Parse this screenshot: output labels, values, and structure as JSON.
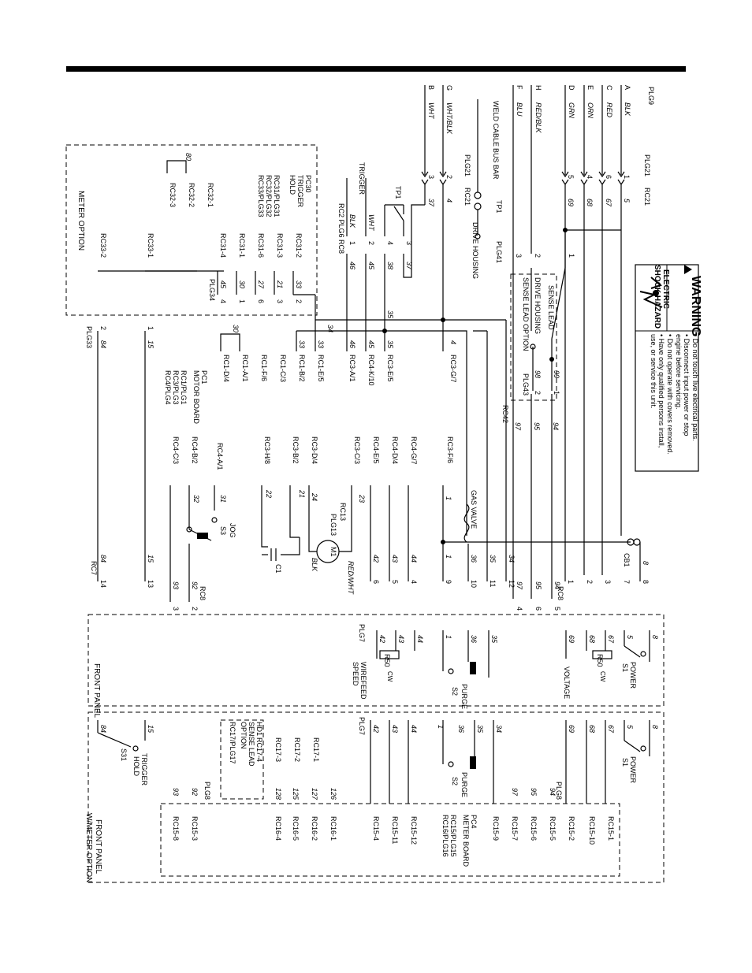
{
  "warning": {
    "title": "WARNING",
    "hazard": [
      "ELECTRIC",
      "SHOCK HAZARD"
    ],
    "bullets": [
      "• Do not touch live electrical parts.",
      "• Disconnect input power or stop",
      "  engine before servicing.",
      "• Do not operate with covers removed.",
      "• Have only qualified persons install,",
      "  use, or service this unit."
    ]
  },
  "plg9": {
    "title": "PLG9",
    "pins": [
      {
        "pin": "A",
        "color": "BLK"
      },
      {
        "pin": "C",
        "color": "RED"
      },
      {
        "pin": "E",
        "color": "ORN"
      },
      {
        "pin": "D",
        "color": "GRN"
      },
      {
        "pin": "H",
        "color": "RED/BLK"
      },
      {
        "pin": "F",
        "color": "BLU"
      },
      {
        "pin": "G",
        "color": "WHT/BLK"
      },
      {
        "pin": "B",
        "color": "WHT"
      }
    ]
  },
  "plg21": {
    "title": "PLG21",
    "rc": "RC21",
    "pins": [
      "1",
      "6",
      "4",
      "5",
      "2",
      "3"
    ],
    "wires": [
      "5",
      "67",
      "68",
      "69",
      "4",
      "37"
    ]
  },
  "weld": {
    "weld_cable": "WELD CABLE",
    "bus_bar": "BUS BAR",
    "tp1": "TP1",
    "drive_housing": "DRIVE HOUSING",
    "plg21b": "PLG21",
    "rc21b": "RC21"
  },
  "trigger": {
    "label": "TRIGGER",
    "tp1": "TP1",
    "plg": "RC2  PLG6  RC8",
    "wires": [
      "BLK",
      "WHT"
    ],
    "pins": [
      "1",
      "2",
      "4",
      "3"
    ],
    "nums": [
      "46",
      "45",
      "38",
      "37"
    ]
  },
  "plg41": {
    "title": "PLG41",
    "pins": [
      "1",
      "2",
      "3"
    ]
  },
  "sense": {
    "lead": "SENSE LEAD",
    "housing": "DRIVE HOUSING",
    "option": "SENSE LEAD OPTION",
    "plg": "PLG43",
    "wires": [
      "99",
      "98"
    ],
    "pins": [
      "1",
      "2"
    ]
  },
  "meter_option": {
    "label": "METER OPTION",
    "pc30": "PC30",
    "trigger_hold": "TRIGGER",
    "hold": "HOLD",
    "rcs": [
      "RC31/PLG31",
      "RC32/PLG32",
      "RC33/PLG33"
    ],
    "rc32": [
      "RC32-1",
      "RC32-2",
      "RC32-3"
    ],
    "rc31": [
      "RC31-2",
      "RC31-3",
      "RC31-6",
      "RC31-1",
      "RC31-4"
    ],
    "rc33": [
      "RC33-1",
      "RC33-2"
    ],
    "wire80": "80",
    "plg34": "PLG34",
    "plg34_pins": [
      "2",
      "3",
      "6",
      "1",
      "4"
    ],
    "plg34_wires": [
      "33",
      "21",
      "27",
      "30",
      "45"
    ]
  },
  "plg33": {
    "title": "PLG33",
    "pins": [
      "2",
      "1"
    ],
    "wires": [
      "84",
      "15"
    ]
  },
  "motor_board": {
    "pc1": "PC1",
    "label": "MOTOR BOARD",
    "plugs": [
      "RC1/PLG1",
      "RC3/PLG3",
      "RC4/PLG4"
    ],
    "left": [
      "RC3-G/7",
      "RC3-E/5",
      "RC4-K/10",
      "RC3-A/1",
      "RC1-E/5",
      "RC1-B/2",
      "RC1-C/3",
      "RC1-F/6",
      "RC1-A/1",
      "RC1-D/4"
    ],
    "left_wires": [
      "4",
      "35",
      "45",
      "46",
      "33",
      "33",
      "30"
    ],
    "right": [
      "RC3-F/6",
      "RC4-G/7",
      "RC4-D/4",
      "RC4-E/5",
      "RC3-C/3",
      "RC3-D/4",
      "RC3-B/2",
      "RC3-H/8",
      "RC4-A/1",
      "RC4-B/2",
      "RC4-C/3"
    ],
    "right_wires": [
      "1",
      "23",
      "24",
      "21",
      "22",
      "31",
      "32"
    ],
    "bus_wires": [
      "34",
      "35"
    ]
  },
  "rc42": "RC42",
  "rc42_wires": [
    "97",
    "95",
    "94"
  ],
  "gas_valve": {
    "label": "GAS VALVE",
    "rc13": "RC13",
    "plg13": "PLG13"
  },
  "motor": {
    "label": "M1",
    "wires": [
      "BLK",
      "RED/WHT"
    ],
    "c1": "C1"
  },
  "jog": {
    "label": "JOG",
    "s3": "S3"
  },
  "rc7": {
    "label": "RC7",
    "wires": [
      "42",
      "43",
      "44",
      "36",
      "35",
      "34",
      "1",
      "84",
      "15"
    ],
    "pins": [
      "6",
      "5",
      "4",
      "10",
      "11",
      "12",
      "9",
      "14",
      "13"
    ]
  },
  "cb1": "CB1",
  "rc8": {
    "label": "RC8",
    "pins": [
      "8",
      "7",
      "3",
      "2",
      "1",
      "5",
      "6",
      "4",
      "3",
      "2"
    ],
    "wires": [
      "8",
      "97",
      "95",
      "94",
      "93",
      "92"
    ]
  },
  "front_panel": {
    "label": "FRONT PANEL",
    "power": "POWER",
    "s1": "S1",
    "voltage": "VOLTAGE",
    "r50": "R50",
    "cw": "CW",
    "plg7": "PLG7",
    "wirefeed": "WIREFEED",
    "speed": "SPEED",
    "purge": "PURGE",
    "s2": "S2",
    "wires": [
      "8",
      "5",
      "67",
      "68",
      "69",
      "35",
      "36",
      "1",
      "44",
      "43",
      "42"
    ]
  },
  "front_panel_meter": {
    "label": "FRONT PANEL",
    "sub": "W/METER OPTION",
    "power": "POWER",
    "s1": "S1",
    "purge": "PURGE",
    "s2": "S2",
    "plg7": "PLG7",
    "plg8": "PLG8",
    "pc4": "PC4",
    "meter_board": "METER BOARD",
    "rc15": "RC15/PLG15",
    "rc16": "RC16/PLG16",
    "rc15_pins": [
      "RC15-1",
      "RC15-10",
      "RC15-2",
      "RC15-5",
      "RC15-6",
      "RC15-7",
      "RC15-9",
      "RC15-12",
      "RC15-11",
      "RC15-4",
      "RC15-3",
      "RC15-8"
    ],
    "rc16_pins": [
      "RC16-1",
      "RC16-2",
      "RC16-5",
      "RC16-4"
    ],
    "rc17": [
      "RC17-1",
      "RC17-2",
      "RC17-3",
      "RC17-4"
    ],
    "hd1": "HD1",
    "sense_lead": "SENSE LEAD",
    "option": "OPTION",
    "rc17plg": "RC17/PLG17",
    "trigger_hold": "TRIGGER",
    "hold": "HOLD",
    "s31": "S31",
    "wires": [
      "8",
      "5",
      "67",
      "68",
      "69",
      "94",
      "95",
      "97",
      "34",
      "35",
      "36",
      "1",
      "44",
      "43",
      "42",
      "92",
      "93",
      "84",
      "15",
      "126",
      "127",
      "125",
      "128"
    ]
  }
}
